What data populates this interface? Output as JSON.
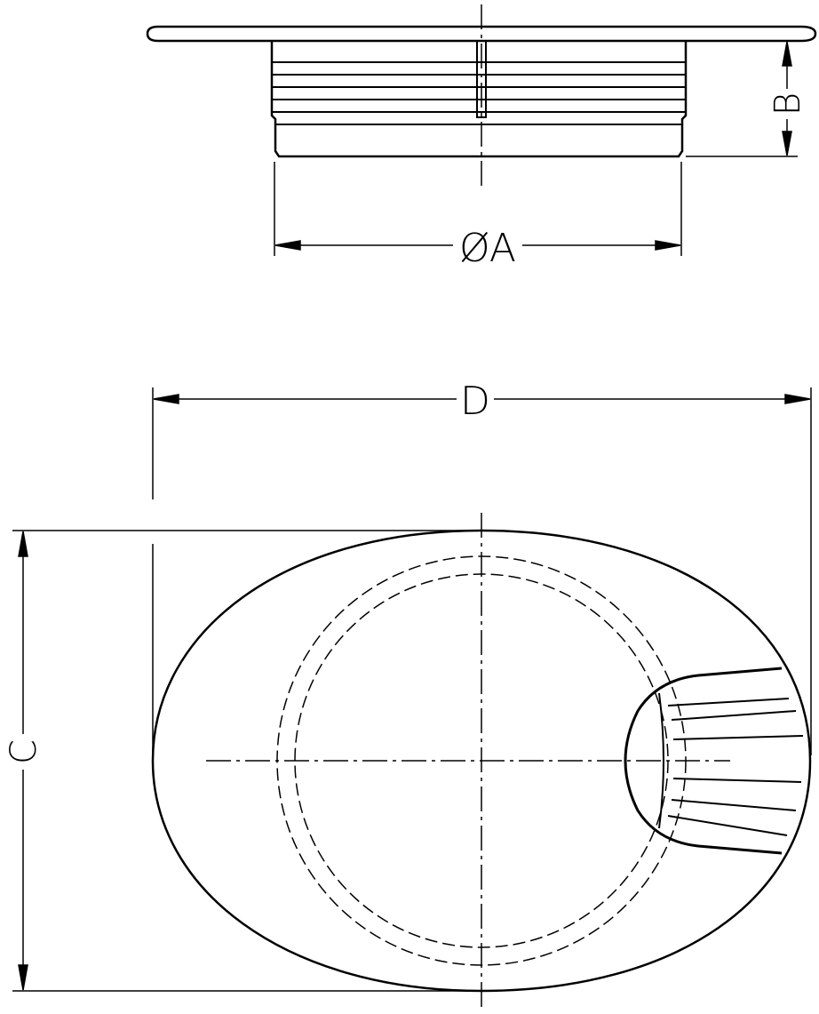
{
  "drawing": {
    "line_color": "#000000",
    "background": "#ffffff",
    "dimensions": {
      "diameter_a": "ØA",
      "height_b": "B",
      "height_c": "C",
      "width_d": "D"
    }
  }
}
